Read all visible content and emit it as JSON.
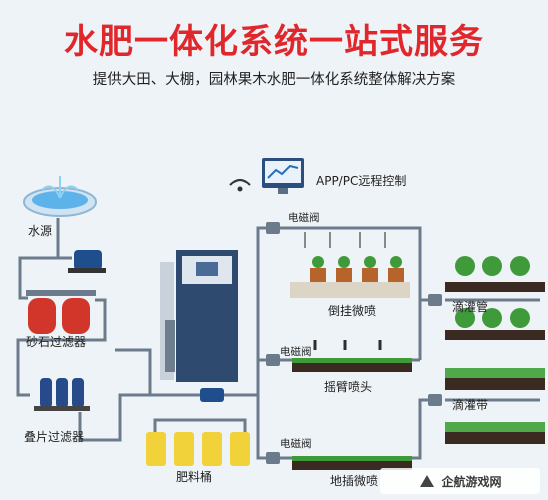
{
  "title": "水肥一体化系统一站式服务",
  "subtitle": "提供大田、大棚，园林果木水肥一体化系统整体解决方案",
  "remote_control": {
    "label": "APP/PC远程控制",
    "icon": "monitor-wifi-icon"
  },
  "components": {
    "water_source": "水源",
    "sand_filter": "砂石过滤器",
    "disc_filter": "叠片过滤器",
    "fertilizer_bucket": "肥料桶"
  },
  "valves": [
    "电磁阀",
    "电磁阀",
    "电磁阀"
  ],
  "irrigation": {
    "hanging_micro_spray": "倒挂微喷",
    "rocker_sprinkler": "摇臂喷头",
    "ground_micro_spray": "地插微喷",
    "drip_pipe": "滴灌管",
    "drip_tape": "滴灌带"
  },
  "watermark": "企航游戏网",
  "colors": {
    "title_red": "#e0282c",
    "pipe": "#6b7b8c",
    "tank_red": "#d2352a",
    "bucket_yellow": "#f2d23a",
    "plant_green": "#3f9a3a"
  }
}
